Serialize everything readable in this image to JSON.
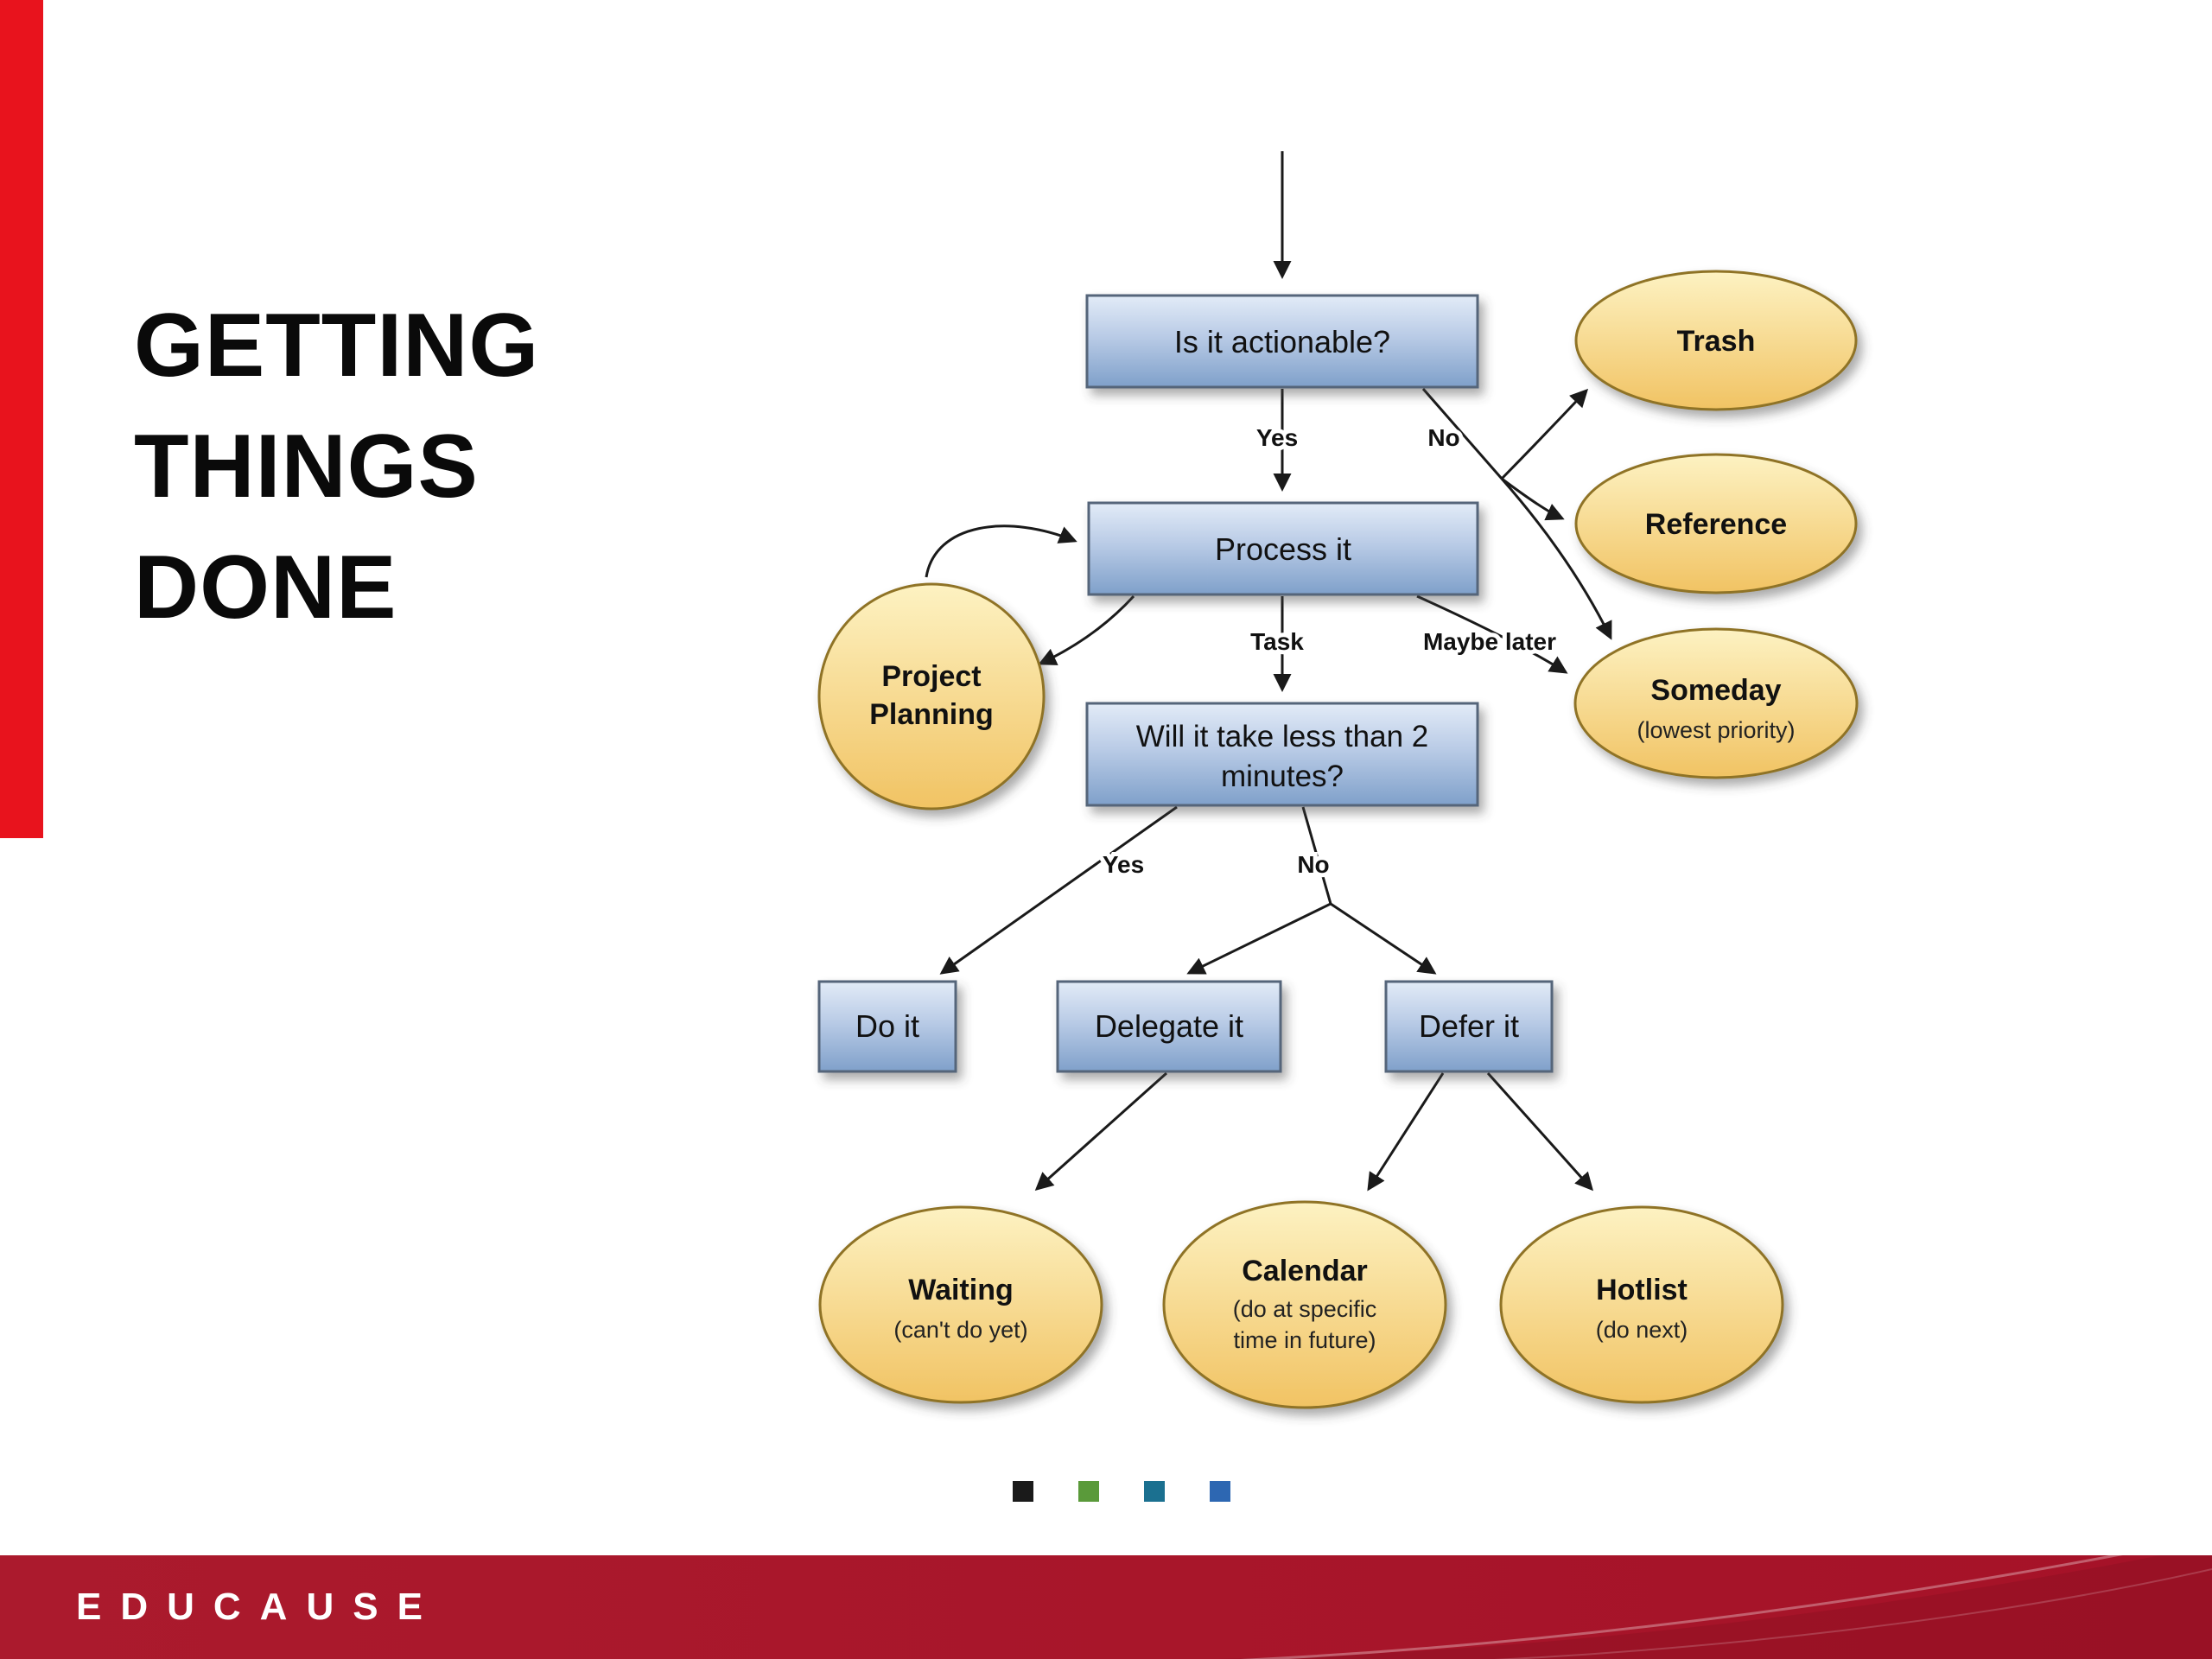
{
  "slide": {
    "title_lines": [
      "GETTING",
      "THINGS",
      "DONE"
    ],
    "footer_brand": "EDUCAUSE"
  },
  "flow": {
    "nodes": {
      "actionable": {
        "label": "Is it actionable?"
      },
      "trash": {
        "label": "Trash"
      },
      "process": {
        "label": "Process it"
      },
      "reference": {
        "label": "Reference"
      },
      "project_planning": {
        "line1": "Project",
        "line2": "Planning"
      },
      "someday": {
        "label": "Someday",
        "sub": "(lowest priority)"
      },
      "two_minutes": {
        "line1": "Will it take less than 2",
        "line2": "minutes?"
      },
      "do_it": {
        "label": "Do it"
      },
      "delegate": {
        "label": "Delegate it"
      },
      "defer": {
        "label": "Defer it"
      },
      "waiting": {
        "label": "Waiting",
        "sub": "(can't do yet)"
      },
      "calendar": {
        "label": "Calendar",
        "sub1": "(do at specific",
        "sub2": "time in future)"
      },
      "hotlist": {
        "label": "Hotlist",
        "sub": "(do next)"
      }
    },
    "edge_labels": {
      "yes1": "Yes",
      "no1": "No",
      "task": "Task",
      "maybe_later": "Maybe later",
      "yes2": "Yes",
      "no2": "No"
    }
  },
  "colors": {
    "accent_bar_red": "#e8131d",
    "footer_red": "#a8182e",
    "box_gradient_top": "#e2ebf7",
    "box_gradient_mid": "#b9cbe6",
    "box_gradient_bottom": "#7fa0ca",
    "box_border": "#55657a",
    "ellipse_gradient_top": "#fdf2c2",
    "ellipse_gradient_bottom": "#f1c363",
    "ellipse_border": "#8f7325",
    "connector": "#1a1a1a"
  },
  "footer_squares": [
    "#1a1a1a",
    "#5a9a3a",
    "#1b7090",
    "#2d67b2"
  ]
}
